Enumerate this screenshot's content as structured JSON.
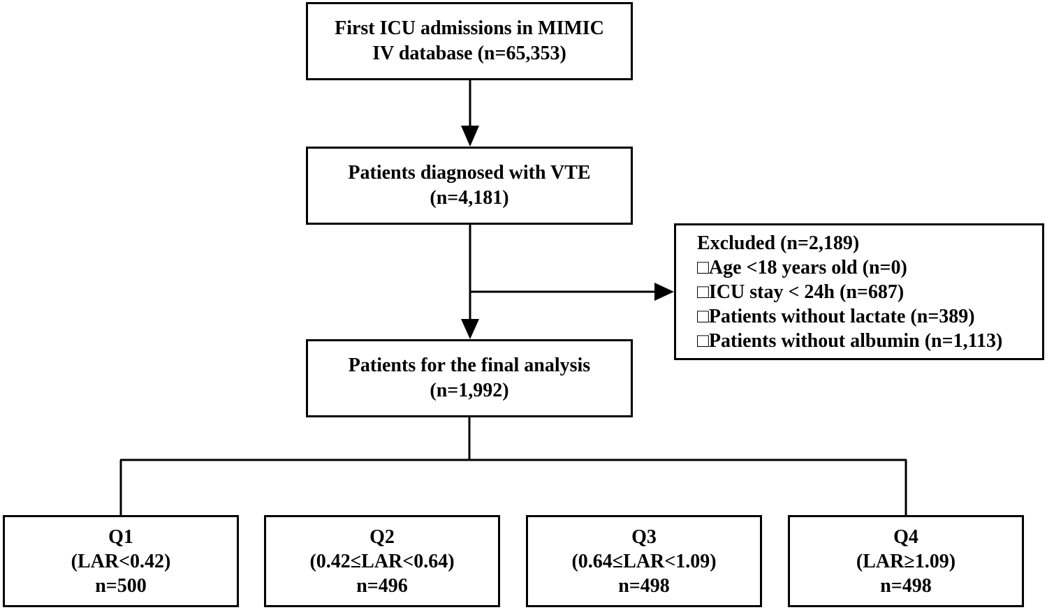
{
  "nodes": {
    "first_icu": {
      "line1": "First ICU admissions in MIMIC",
      "line2": "IV database (n=65,353)"
    },
    "vte": {
      "line1": "Patients diagnosed with VTE",
      "line2": "(n=4,181)"
    },
    "final": {
      "line1": "Patients for the final analysis",
      "line2": "(n=1,992)"
    },
    "excluded": {
      "title": "Excluded (n=2,189)",
      "items": [
        "□Age <18 years old (n=0)",
        "□ICU stay < 24h (n=687)",
        "□Patients without lactate (n=389)",
        "□Patients without albumin (n=1,113)"
      ]
    },
    "quartiles": [
      {
        "name": "Q1",
        "range": "(LAR<0.42)",
        "count": "n=500"
      },
      {
        "name": "Q2",
        "range": "(0.42≤LAR<0.64)",
        "count": "n=496"
      },
      {
        "name": "Q3",
        "range": "(0.64≤LAR<1.09)",
        "count": "n=498"
      },
      {
        "name": "Q4",
        "range": "(LAR≥1.09)",
        "count": "n=498"
      }
    ]
  }
}
